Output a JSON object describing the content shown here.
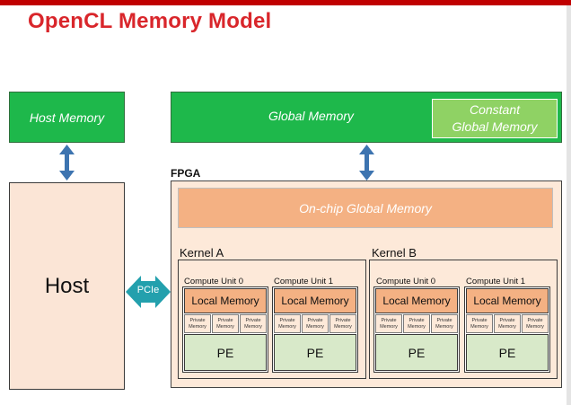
{
  "title": "OpenCL Memory Model",
  "host_memory": "Host Memory",
  "global_memory": "Global Memory",
  "constant_memory": {
    "line1": "Constant",
    "line2": "Global Memory"
  },
  "host": "Host",
  "pcie": "PCIe",
  "fpga": {
    "label": "FPGA",
    "onchip": "On-chip Global Memory",
    "kernels": [
      {
        "label": "Kernel A",
        "compute_units": [
          {
            "label": "Compute Unit 0",
            "local_memory": "Local  Memory",
            "private_memory": [
              "Private Memory",
              "Private Memory",
              "Private Memory"
            ],
            "pe": "PE"
          },
          {
            "label": "Compute Unit 1",
            "local_memory": "Local  Memory",
            "private_memory": [
              "Private Memory",
              "Private Memory",
              "Private Memory"
            ],
            "pe": "PE"
          }
        ]
      },
      {
        "label": "Kernel B",
        "compute_units": [
          {
            "label": "Compute Unit 0",
            "local_memory": "Local  Memory",
            "private_memory": [
              "Private Memory",
              "Private Memory",
              "Private Memory"
            ],
            "pe": "PE"
          },
          {
            "label": "Compute Unit 1",
            "local_memory": "Local  Memory",
            "private_memory": [
              "Private Memory",
              "Private Memory",
              "Private Memory"
            ],
            "pe": "PE"
          }
        ]
      }
    ]
  },
  "colors": {
    "title": "#d9262b",
    "green": "#1eb84b",
    "light_green": "#8fd264",
    "host_fill": "#fbe5d6",
    "onchip_fill": "#f4b183",
    "pe_fill": "#d8e9c9",
    "arrow": "#3d74b0",
    "pcie_arrow": "#23a0ad"
  }
}
